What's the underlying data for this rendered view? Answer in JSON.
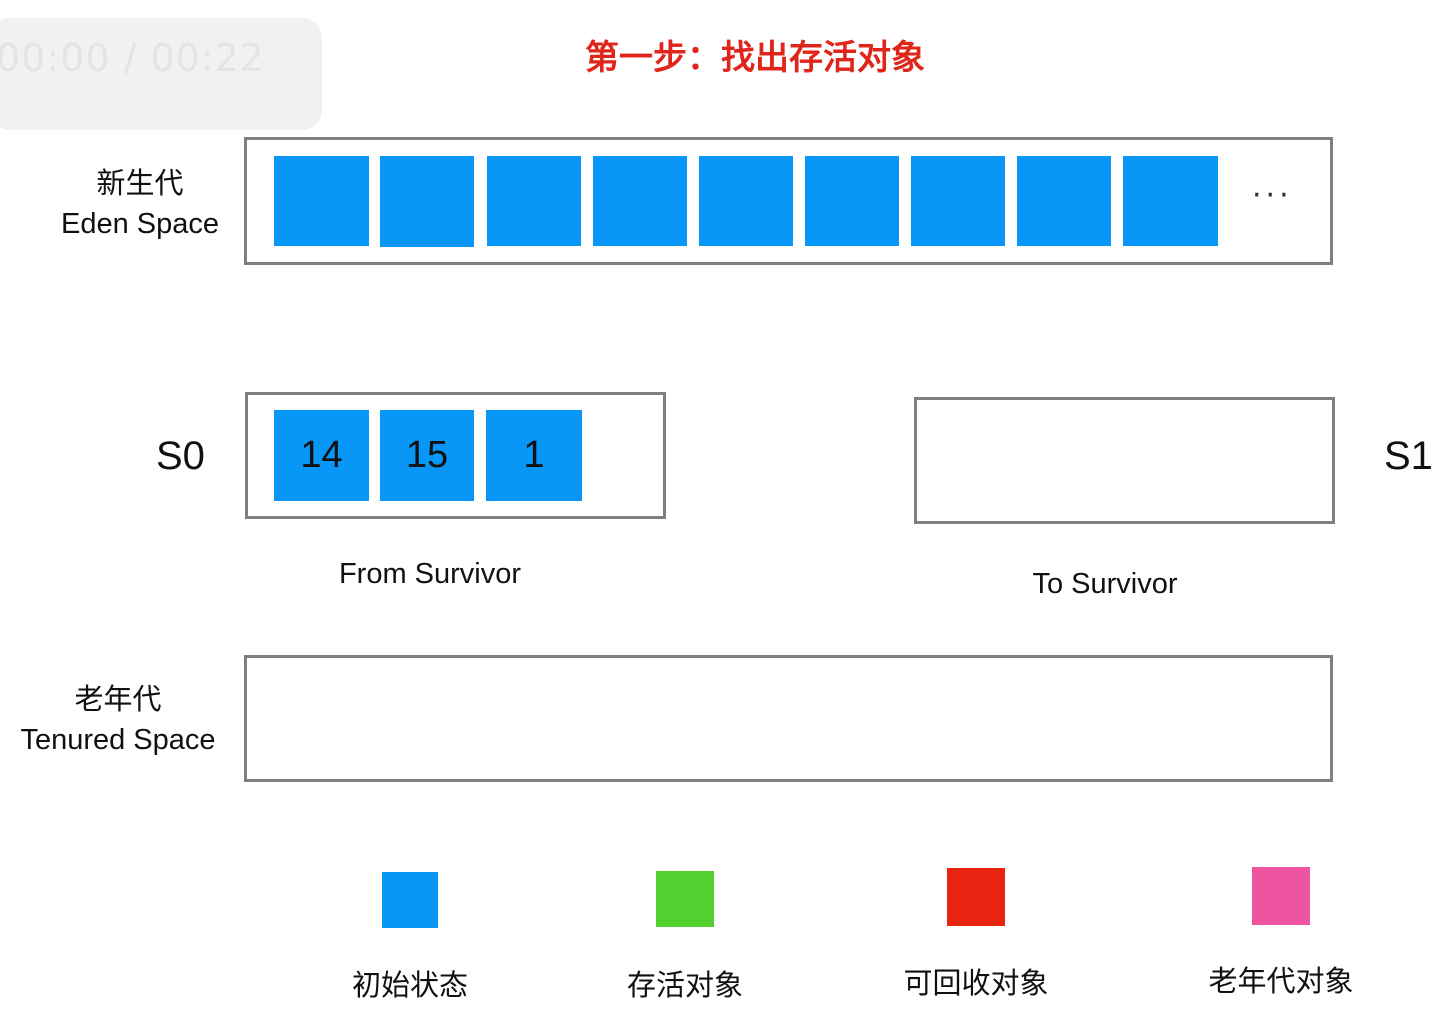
{
  "player": {
    "time": "00:00 / 00:22"
  },
  "title": "第一步：找出存活对象",
  "eden": {
    "label_cn": "新生代",
    "label_en": "Eden Space",
    "more": "···"
  },
  "s0": {
    "name": "S0",
    "caption": "From Survivor",
    "blocks": [
      "14",
      "15",
      "1"
    ]
  },
  "s1": {
    "name": "S1",
    "caption": "To Survivor"
  },
  "tenured": {
    "label_cn": "老年代",
    "label_en": "Tenured Space"
  },
  "legend": [
    {
      "label": "初始状态",
      "color": "#0896f7"
    },
    {
      "label": "存活对象",
      "color": "#52d02f"
    },
    {
      "label": "可回收对象",
      "color": "#e8230f"
    },
    {
      "label": "老年代对象",
      "color": "#ee55a0"
    }
  ]
}
